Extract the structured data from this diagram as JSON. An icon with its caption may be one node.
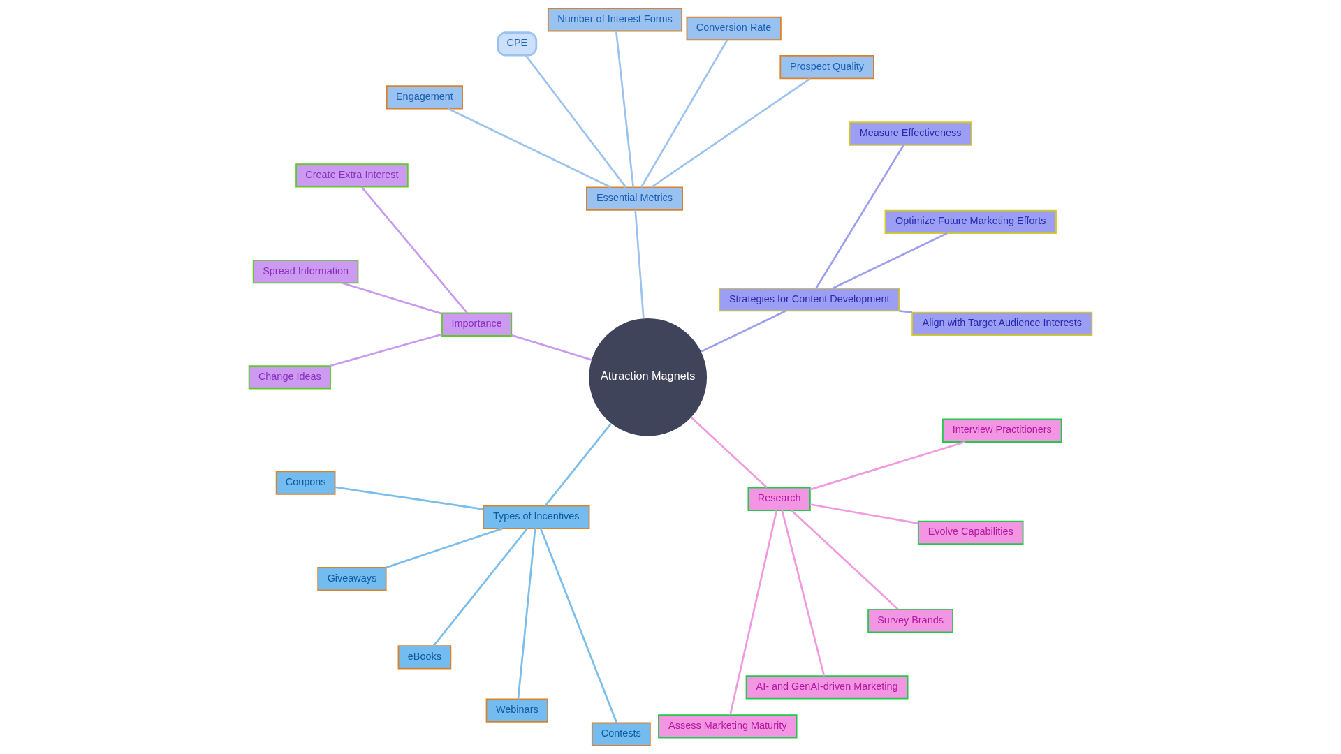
{
  "diagram": {
    "nodes": [
      {
        "text": [
          "Attraction Magnets"
        ]
      },
      {
        "text": [
          "Strategies for Content Development"
        ]
      },
      {
        "text": [
          "Align with Target Audience Interests"
        ]
      },
      {
        "text": [
          "Optimize Future Marketing Efforts"
        ]
      },
      {
        "text": [
          "Measure Effectiveness"
        ]
      },
      {
        "text": [
          "Essential Metrics"
        ]
      },
      {
        "text": [
          "Prospect Quality"
        ]
      },
      {
        "text": [
          "Conversion Rate"
        ]
      },
      {
        "text": [
          "Number of Interest Forms"
        ]
      },
      {
        "text": [
          "CPE"
        ]
      },
      {
        "text": [
          "Engagement"
        ]
      },
      {
        "text": [
          "Importance"
        ]
      },
      {
        "text": [
          "Create Extra Interest"
        ]
      },
      {
        "text": [
          "Spread Information"
        ]
      },
      {
        "text": [
          "Change Ideas"
        ]
      },
      {
        "text": [
          "Types of Incentives"
        ]
      },
      {
        "text": [
          "Coupons"
        ]
      },
      {
        "text": [
          "Giveaways"
        ]
      },
      {
        "text": [
          "eBooks"
        ]
      },
      {
        "text": [
          "Webinars"
        ]
      },
      {
        "text": [
          "Contests"
        ]
      },
      {
        "text": [
          "Research"
        ]
      },
      {
        "text": [
          "Assess Marketing Maturity"
        ]
      },
      {
        "text": [
          "AI- and GenAI-driven Marketing"
        ]
      },
      {
        "text": [
          "Survey Brands"
        ]
      },
      {
        "text": [
          "Evolve Capabilities"
        ]
      },
      {
        "text": [
          "Interview Practitioners"
        ]
      }
    ],
    "edges": [
      {
        "from": 0,
        "to": 1,
        "arrow": "none",
        "color": "#9d9ff0"
      },
      {
        "from": 1,
        "to": 2,
        "arrow": "none",
        "color": "#9d9ff0"
      },
      {
        "from": 1,
        "to": 3,
        "arrow": "none",
        "color": "#9d9ff0"
      },
      {
        "from": 1,
        "to": 4,
        "arrow": "none",
        "color": "#9d9ff0"
      },
      {
        "from": 0,
        "to": 5,
        "arrow": "none",
        "color": "#9cc3ee"
      },
      {
        "from": 5,
        "to": 6,
        "arrow": "none",
        "color": "#9cc3ee"
      },
      {
        "from": 5,
        "to": 7,
        "arrow": "none",
        "color": "#9cc3ee"
      },
      {
        "from": 5,
        "to": 8,
        "arrow": "none",
        "color": "#9cc3ee"
      },
      {
        "from": 5,
        "to": 9,
        "arrow": "none",
        "color": "#9cc3ee"
      },
      {
        "from": 5,
        "to": 10,
        "arrow": "none",
        "color": "#9cc3ee"
      },
      {
        "from": 0,
        "to": 11,
        "arrow": "none",
        "color": "#c89af0"
      },
      {
        "from": 11,
        "to": 12,
        "arrow": "none",
        "color": "#c89af0"
      },
      {
        "from": 11,
        "to": 13,
        "arrow": "none",
        "color": "#c89af0"
      },
      {
        "from": 11,
        "to": 14,
        "arrow": "none",
        "color": "#c89af0"
      },
      {
        "from": 0,
        "to": 15,
        "arrow": "none",
        "color": "#7bbdeb"
      },
      {
        "from": 15,
        "to": 16,
        "arrow": "none",
        "color": "#7bbdeb"
      },
      {
        "from": 15,
        "to": 17,
        "arrow": "none",
        "color": "#7bbdeb"
      },
      {
        "from": 15,
        "to": 18,
        "arrow": "none",
        "color": "#7bbdeb"
      },
      {
        "from": 15,
        "to": 19,
        "arrow": "none",
        "color": "#7bbdeb"
      },
      {
        "from": 15,
        "to": 20,
        "arrow": "none",
        "color": "#7bbdeb"
      },
      {
        "from": 0,
        "to": 21,
        "arrow": "none",
        "color": "#f29ae0"
      },
      {
        "from": 21,
        "to": 22,
        "arrow": "none",
        "color": "#f29ae0"
      },
      {
        "from": 21,
        "to": 23,
        "arrow": "none",
        "color": "#f29ae0"
      },
      {
        "from": 21,
        "to": 24,
        "arrow": "none",
        "color": "#f29ae0"
      },
      {
        "from": 21,
        "to": 25,
        "arrow": "none",
        "color": "#f29ae0"
      },
      {
        "from": 21,
        "to": 26,
        "arrow": "none",
        "color": "#f29ae0"
      }
    ]
  }
}
